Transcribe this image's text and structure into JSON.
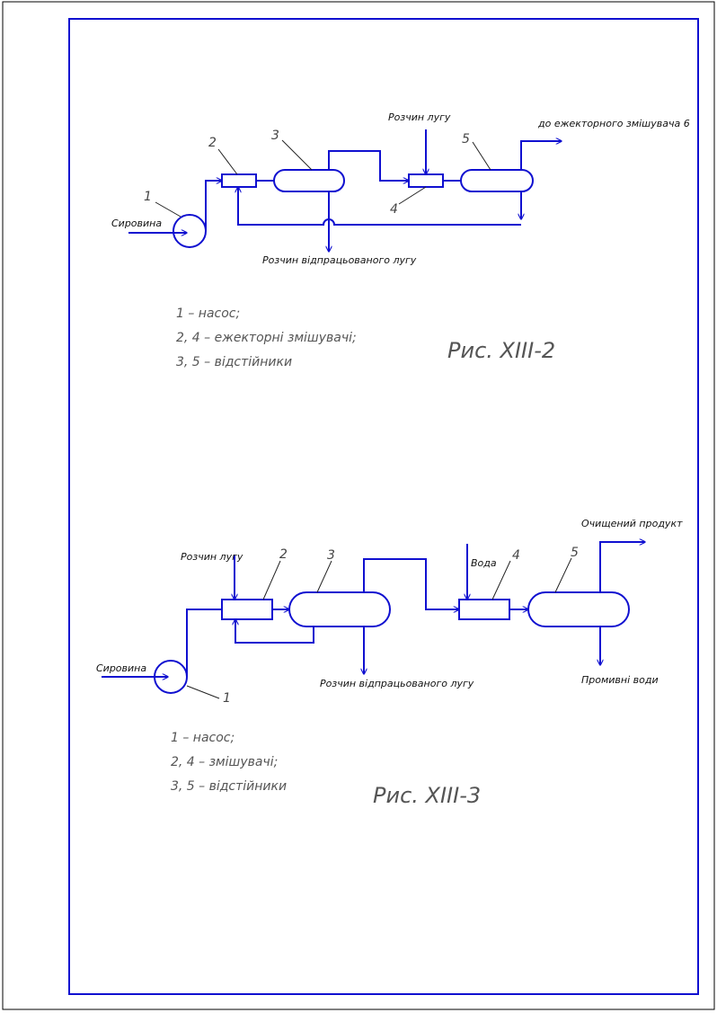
{
  "colors": {
    "line": "#1010d0",
    "frame": "#1010d0",
    "outer_border": "#000000",
    "text": "#222222"
  },
  "fig1": {
    "caption": "Рис. XIII-2",
    "labels": {
      "feed": "Сировина",
      "alkali": "Розчин лугу",
      "to_mixer": "до ежекторного змішувача 6",
      "spent": "Розчин відпрацьованого лугу"
    },
    "numbers": [
      "1",
      "2",
      "3",
      "4",
      "5"
    ],
    "legend": [
      "1 – насос;",
      "2, 4 – ежекторні змішувачі;",
      "3, 5 – відстійники"
    ]
  },
  "fig2": {
    "caption": "Рис. XIII-3",
    "labels": {
      "alkali": "Розчин лугу",
      "feed": "Сировина",
      "water": "Вода",
      "product": "Очищений продукт",
      "spent": "Розчин відпрацьованого лугу",
      "wash": "Промивні води"
    },
    "numbers": [
      "1",
      "2",
      "3",
      "4",
      "5"
    ],
    "legend": [
      "1 – насос;",
      "2, 4 – змішувачі;",
      "3, 5 – відстійники"
    ]
  }
}
